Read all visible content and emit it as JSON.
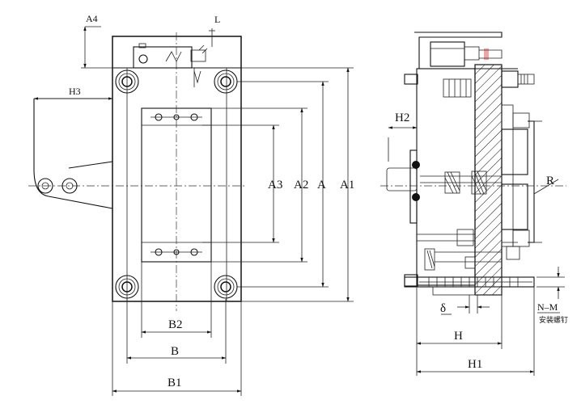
{
  "front_view": {
    "labels": {
      "a4": "A4",
      "l": "L",
      "h3": "H3",
      "a3": "A3",
      "a2": "A2",
      "a": "A",
      "a1": "A1",
      "b2": "B2",
      "b": "B",
      "b1": "B1"
    }
  },
  "side_view": {
    "labels": {
      "h2": "H2",
      "r": "R",
      "delta": "δ",
      "nm": "N–M",
      "nm_note": "安装螺钉",
      "h": "H",
      "h1": "H1"
    }
  }
}
